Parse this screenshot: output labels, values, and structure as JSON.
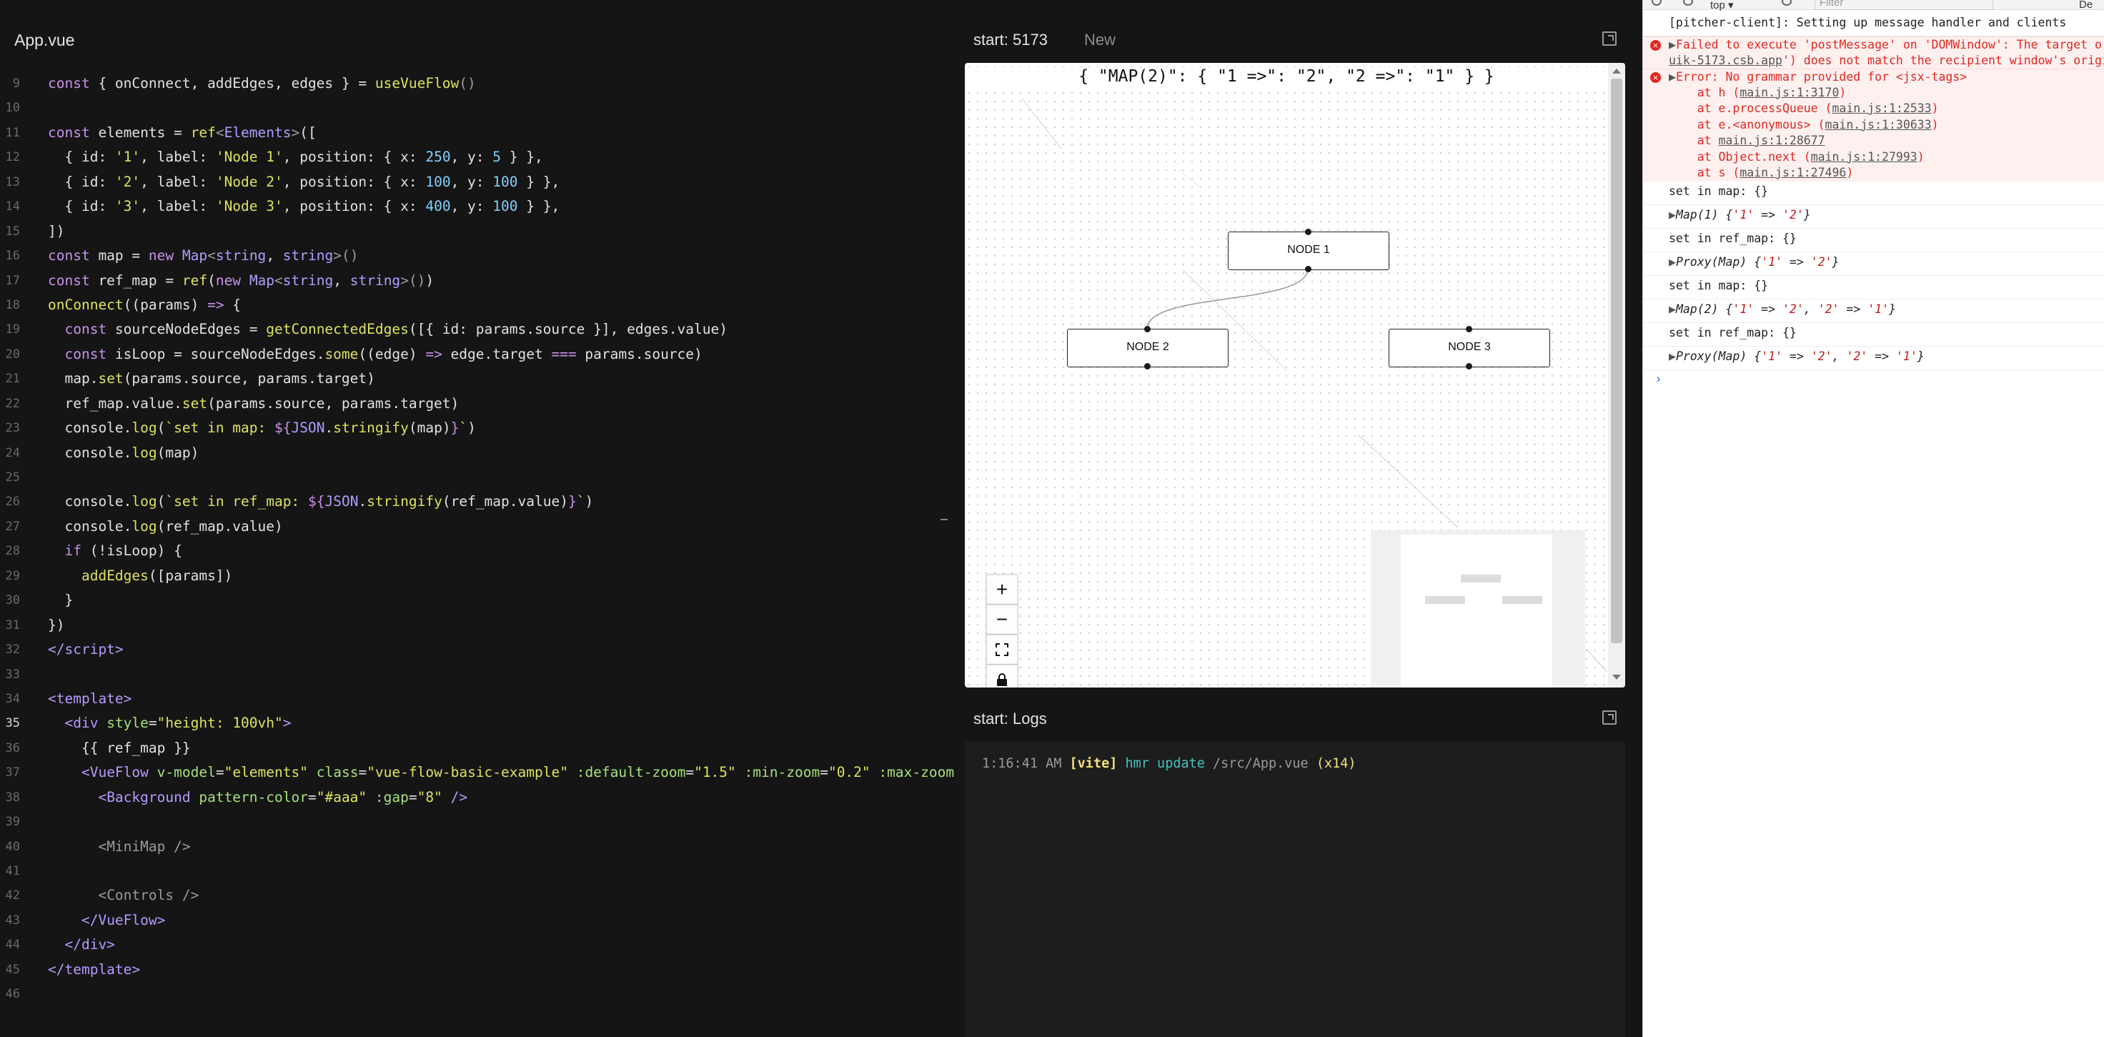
{
  "editor": {
    "tab_title": "App.vue",
    "lines": [
      {
        "n": "9",
        "html": "<span class=\"kw\">const</span> { onConnect, addEdges, edges } = <span class=\"fn\">useVueFlow</span><span class=\"pn\">()</span>"
      },
      {
        "n": "10",
        "html": ""
      },
      {
        "n": "11",
        "html": "<span class=\"kw\">const</span> elements = <span class=\"fn\">ref</span><span class=\"pn\">&lt;</span><span class=\"ty\">Elements</span><span class=\"pn\">&gt;</span>(["
      },
      {
        "n": "12",
        "html": "  { id: <span class=\"str\">'1'</span>, label: <span class=\"str\">'Node 1'</span>, position: { x: <span class=\"num\">250</span>, y: <span class=\"num\">5</span> } },"
      },
      {
        "n": "13",
        "html": "  { id: <span class=\"str\">'2'</span>, label: <span class=\"str\">'Node 2'</span>, position: { x: <span class=\"num\">100</span>, y: <span class=\"num\">100</span> } },"
      },
      {
        "n": "14",
        "html": "  { id: <span class=\"str\">'3'</span>, label: <span class=\"str\">'Node 3'</span>, position: { x: <span class=\"num\">400</span>, y: <span class=\"num\">100</span> } },"
      },
      {
        "n": "15",
        "html": "])"
      },
      {
        "n": "16",
        "html": "<span class=\"kw\">const</span> map = <span class=\"kw\">new</span> <span class=\"ty\">Map</span><span class=\"pn\">&lt;</span><span class=\"ty\">string</span>, <span class=\"ty\">string</span><span class=\"pn\">&gt;</span><span class=\"pn\">()</span>"
      },
      {
        "n": "17",
        "html": "<span class=\"kw\">const</span> ref_map = <span class=\"fn\">ref</span>(<span class=\"kw\">new</span> <span class=\"ty\">Map</span><span class=\"pn\">&lt;</span><span class=\"ty\">string</span>, <span class=\"ty\">string</span><span class=\"pn\">&gt;</span><span class=\"pn\">()</span>)"
      },
      {
        "n": "18",
        "html": "<span class=\"fn\">onConnect</span>((params) <span class=\"kw\">=&gt;</span> {"
      },
      {
        "n": "19",
        "html": "  <span class=\"kw\">const</span> sourceNodeEdges = <span class=\"fn\">getConnectedEdges</span>([{ id: params.source }], edges.value)"
      },
      {
        "n": "20",
        "html": "  <span class=\"kw\">const</span> isLoop = sourceNodeEdges.<span class=\"fn\">some</span>((edge) <span class=\"kw\">=&gt;</span> edge.target <span class=\"kw\">===</span> params.source)"
      },
      {
        "n": "21",
        "html": "  map.<span class=\"fn\">set</span>(params.source, params.target)"
      },
      {
        "n": "22",
        "html": "  ref_map.value.<span class=\"fn\">set</span>(params.source, params.target)"
      },
      {
        "n": "23",
        "html": "  console.<span class=\"fn\">log</span>(<span class=\"str\">`set in map: </span><span class=\"kw\">${</span><span class=\"ty\">JSON</span>.<span class=\"fn\">stringify</span>(map)<span class=\"kw\">}</span><span class=\"str\">`</span>)"
      },
      {
        "n": "24",
        "html": "  console.<span class=\"fn\">log</span>(map)"
      },
      {
        "n": "25",
        "html": ""
      },
      {
        "n": "26",
        "html": "  console.<span class=\"fn\">log</span>(<span class=\"str\">`set in ref_map: </span><span class=\"kw\">${</span><span class=\"ty\">JSON</span>.<span class=\"fn\">stringify</span>(ref_map.value)<span class=\"kw\">}</span><span class=\"str\">`</span>)"
      },
      {
        "n": "27",
        "html": "  console.<span class=\"fn\">log</span>(ref_map.value)"
      },
      {
        "n": "28",
        "html": "  <span class=\"kw\">if</span> (!isLoop) {"
      },
      {
        "n": "29",
        "html": "    <span class=\"fn\">addEdges</span>([params])"
      },
      {
        "n": "30",
        "html": "  }"
      },
      {
        "n": "31",
        "html": "})"
      },
      {
        "n": "32",
        "html": "<span class=\"tag\">&lt;/script&gt;</span>"
      },
      {
        "n": "33",
        "html": ""
      },
      {
        "n": "34",
        "html": "<span class=\"tag\">&lt;template&gt;</span>"
      },
      {
        "n": "35",
        "html": "  <span class=\"tag\">&lt;div</span> <span class=\"attr\">style</span>=<span class=\"str\">\"height: 100vh\"</span><span class=\"tag\">&gt;</span>",
        "current": true
      },
      {
        "n": "36",
        "html": "    {{ ref_map }}"
      },
      {
        "n": "37",
        "html": "    <span class=\"tag\">&lt;VueFlow</span> <span class=\"attr\">v-model</span>=<span class=\"str\">\"elements\"</span> <span class=\"attr\">class</span>=<span class=\"str\">\"vue-flow-basic-example\"</span> <span class=\"attr\">:default-zoom</span>=<span class=\"str\">\"1.5\"</span> <span class=\"attr\">:min-zoom</span>=<span class=\"str\">\"0.2\"</span> <span class=\"attr\">:max-zoom</span>="
      },
      {
        "n": "38",
        "html": "      <span class=\"tag\">&lt;Background</span> <span class=\"attr\">pattern-color</span>=<span class=\"str\">\"#aaa\"</span> <span class=\"attr\">:gap</span>=<span class=\"str\">\"8\"</span> <span class=\"tag\">/&gt;</span>"
      },
      {
        "n": "39",
        "html": ""
      },
      {
        "n": "40",
        "html": "      <span class=\"mut\">&lt;MiniMap /&gt;</span>"
      },
      {
        "n": "41",
        "html": ""
      },
      {
        "n": "42",
        "html": "      <span class=\"mut\">&lt;Controls /&gt;</span>"
      },
      {
        "n": "43",
        "html": "    <span class=\"tag\">&lt;/VueFlow&gt;</span>"
      },
      {
        "n": "44",
        "html": "  <span class=\"tag\">&lt;/div&gt;</span>"
      },
      {
        "n": "45",
        "html": "<span class=\"tag\">&lt;/template&gt;</span>"
      },
      {
        "n": "46",
        "html": ""
      }
    ]
  },
  "preview": {
    "tab_title": "start: 5173",
    "new_tab": "New",
    "map_text": "{ \"MAP(2)\": { \"1 =>\": \"2\", \"2 =>\": \"1\" } }",
    "nodes": [
      {
        "id": "1",
        "label": "NODE 1"
      },
      {
        "id": "2",
        "label": "NODE 2"
      },
      {
        "id": "3",
        "label": "NODE 3"
      }
    ],
    "controls": {
      "zoom_in": "+",
      "zoom_out": "−"
    }
  },
  "logs": {
    "tab_title": "start: Logs",
    "time": "1:16:41 AM",
    "tag": "[vite]",
    "action": "hmr update",
    "path": "/src/App.vue",
    "count": "(x14)"
  },
  "devtools": {
    "toolbar": {
      "context": "top ▾",
      "filter_placeholder": "Filter",
      "levels": "De"
    },
    "lines": [
      {
        "type": "log",
        "html": "[pitcher-client]: Setting up message handler and clients"
      },
      {
        "type": "err",
        "html": "<span class=\"tri\">▶</span>Failed to execute 'postMessage' on 'DOMWindow': The target o"
      },
      {
        "type": "err-cont",
        "html": "<span class=\"u\">uik-5173.csb.app</span>') does not match the recipient window's origi"
      },
      {
        "type": "err",
        "html": "<span class=\"tri\">▶</span>Error: No grammar provided for &lt;jsx-tags&gt;"
      },
      {
        "type": "err-cont",
        "html": "    at h (<span class=\"u\">main.js:1:3170</span>)"
      },
      {
        "type": "err-cont",
        "html": "    at e.processQueue (<span class=\"u\">main.js:1:2533</span>)"
      },
      {
        "type": "err-cont",
        "html": "    at e.&lt;anonymous&gt; (<span class=\"u\">main.js:1:30633</span>)"
      },
      {
        "type": "err-cont",
        "html": "    at <span class=\"u\">main.js:1:28677</span>"
      },
      {
        "type": "err-cont",
        "html": "    at Object.next (<span class=\"u\">main.js:1:27993</span>)"
      },
      {
        "type": "err-cont",
        "html": "    at s (<span class=\"u\">main.js:1:27496</span>)"
      },
      {
        "type": "log",
        "html": "set in map: {}"
      },
      {
        "type": "log",
        "html": "<span class=\"tri\">▶</span><span class=\"ital\">Map(1) {<span class=\"cv\">'1'</span> =&gt; <span class=\"cv\">'2'</span>}</span>"
      },
      {
        "type": "log",
        "html": "set in ref_map: {}"
      },
      {
        "type": "log",
        "html": "<span class=\"tri\">▶</span><span class=\"ital\">Proxy(Map) {<span class=\"cv\">'1'</span> =&gt; <span class=\"cv\">'2'</span>}</span>"
      },
      {
        "type": "log",
        "html": "set in map: {}"
      },
      {
        "type": "log",
        "html": "<span class=\"tri\">▶</span><span class=\"ital\">Map(2) {<span class=\"cv\">'1'</span> =&gt; <span class=\"cv\">'2'</span>, <span class=\"cv\">'2'</span> =&gt; <span class=\"cv\">'1'</span>}</span>"
      },
      {
        "type": "log",
        "html": "set in ref_map: {}"
      },
      {
        "type": "log",
        "html": "<span class=\"tri\">▶</span><span class=\"ital\">Proxy(Map) {<span class=\"cv\">'1'</span> =&gt; <span class=\"cv\">'2'</span>, <span class=\"cv\">'2'</span> =&gt; <span class=\"cv\">'1'</span>}</span>"
      }
    ],
    "prompt": "›"
  }
}
